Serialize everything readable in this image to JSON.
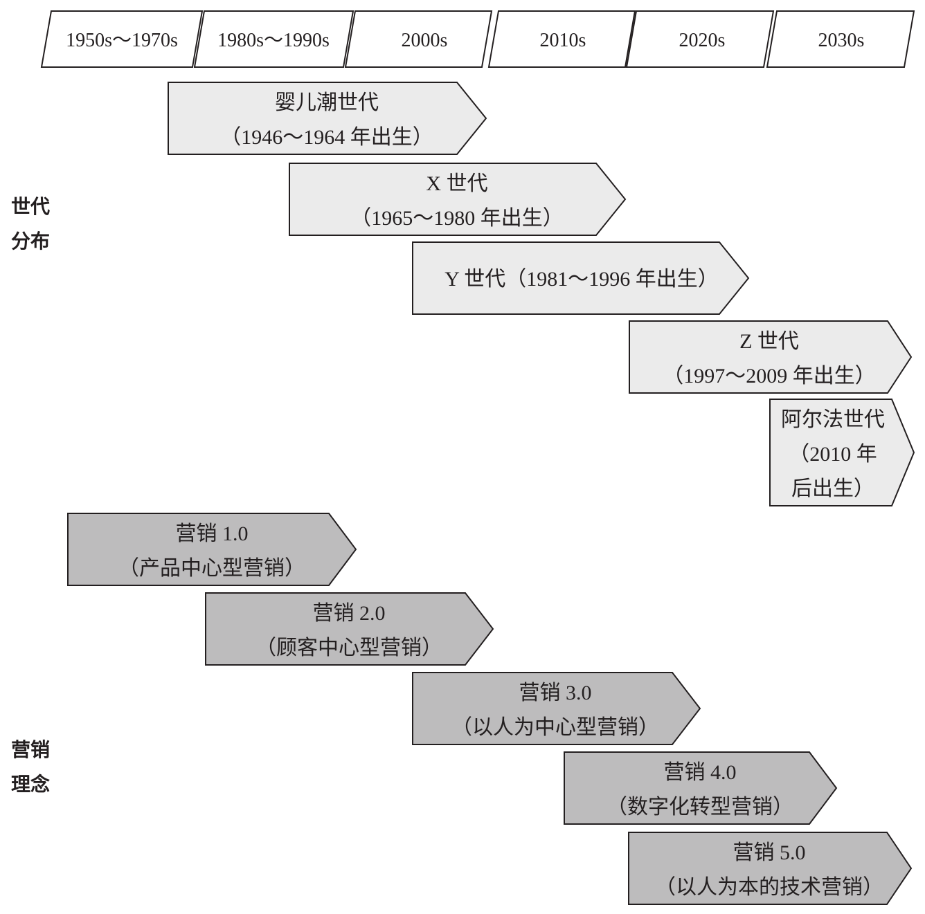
{
  "timeline": {
    "decades": [
      "1950s～1970s",
      "1980s～1990s",
      "2000s",
      "2010s",
      "2020s",
      "2030s"
    ]
  },
  "sections": {
    "generations": {
      "label_lines": [
        "世代",
        "分布"
      ],
      "items": [
        {
          "lines": [
            "婴儿潮世代",
            "（1946～1964 年出生）"
          ]
        },
        {
          "lines": [
            "X 世代",
            "（1965～1980 年出生）"
          ]
        },
        {
          "lines": [
            "Y 世代（1981～1996 年出生）"
          ]
        },
        {
          "lines": [
            "Z 世代",
            "（1997～2009 年出生）"
          ]
        },
        {
          "lines": [
            "阿尔法世代",
            "（2010 年",
            "后出生）"
          ]
        }
      ]
    },
    "marketing": {
      "label_lines": [
        "营销",
        "理念"
      ],
      "items": [
        {
          "lines": [
            "营销 1.0",
            "（产品中心型营销）"
          ]
        },
        {
          "lines": [
            "营销 2.0",
            "（顾客中心型营销）"
          ]
        },
        {
          "lines": [
            "营销 3.0",
            "（以人为中心型营销）"
          ]
        },
        {
          "lines": [
            "营销 4.0",
            "（数字化转型营销）"
          ]
        },
        {
          "lines": [
            "营销 5.0",
            "（以人为本的技术营销）"
          ]
        }
      ]
    }
  },
  "colors": {
    "generation_fill": "#ebebeb",
    "marketing_fill": "#bdbcbd",
    "stroke": "#231f20",
    "text": "#231f20"
  }
}
